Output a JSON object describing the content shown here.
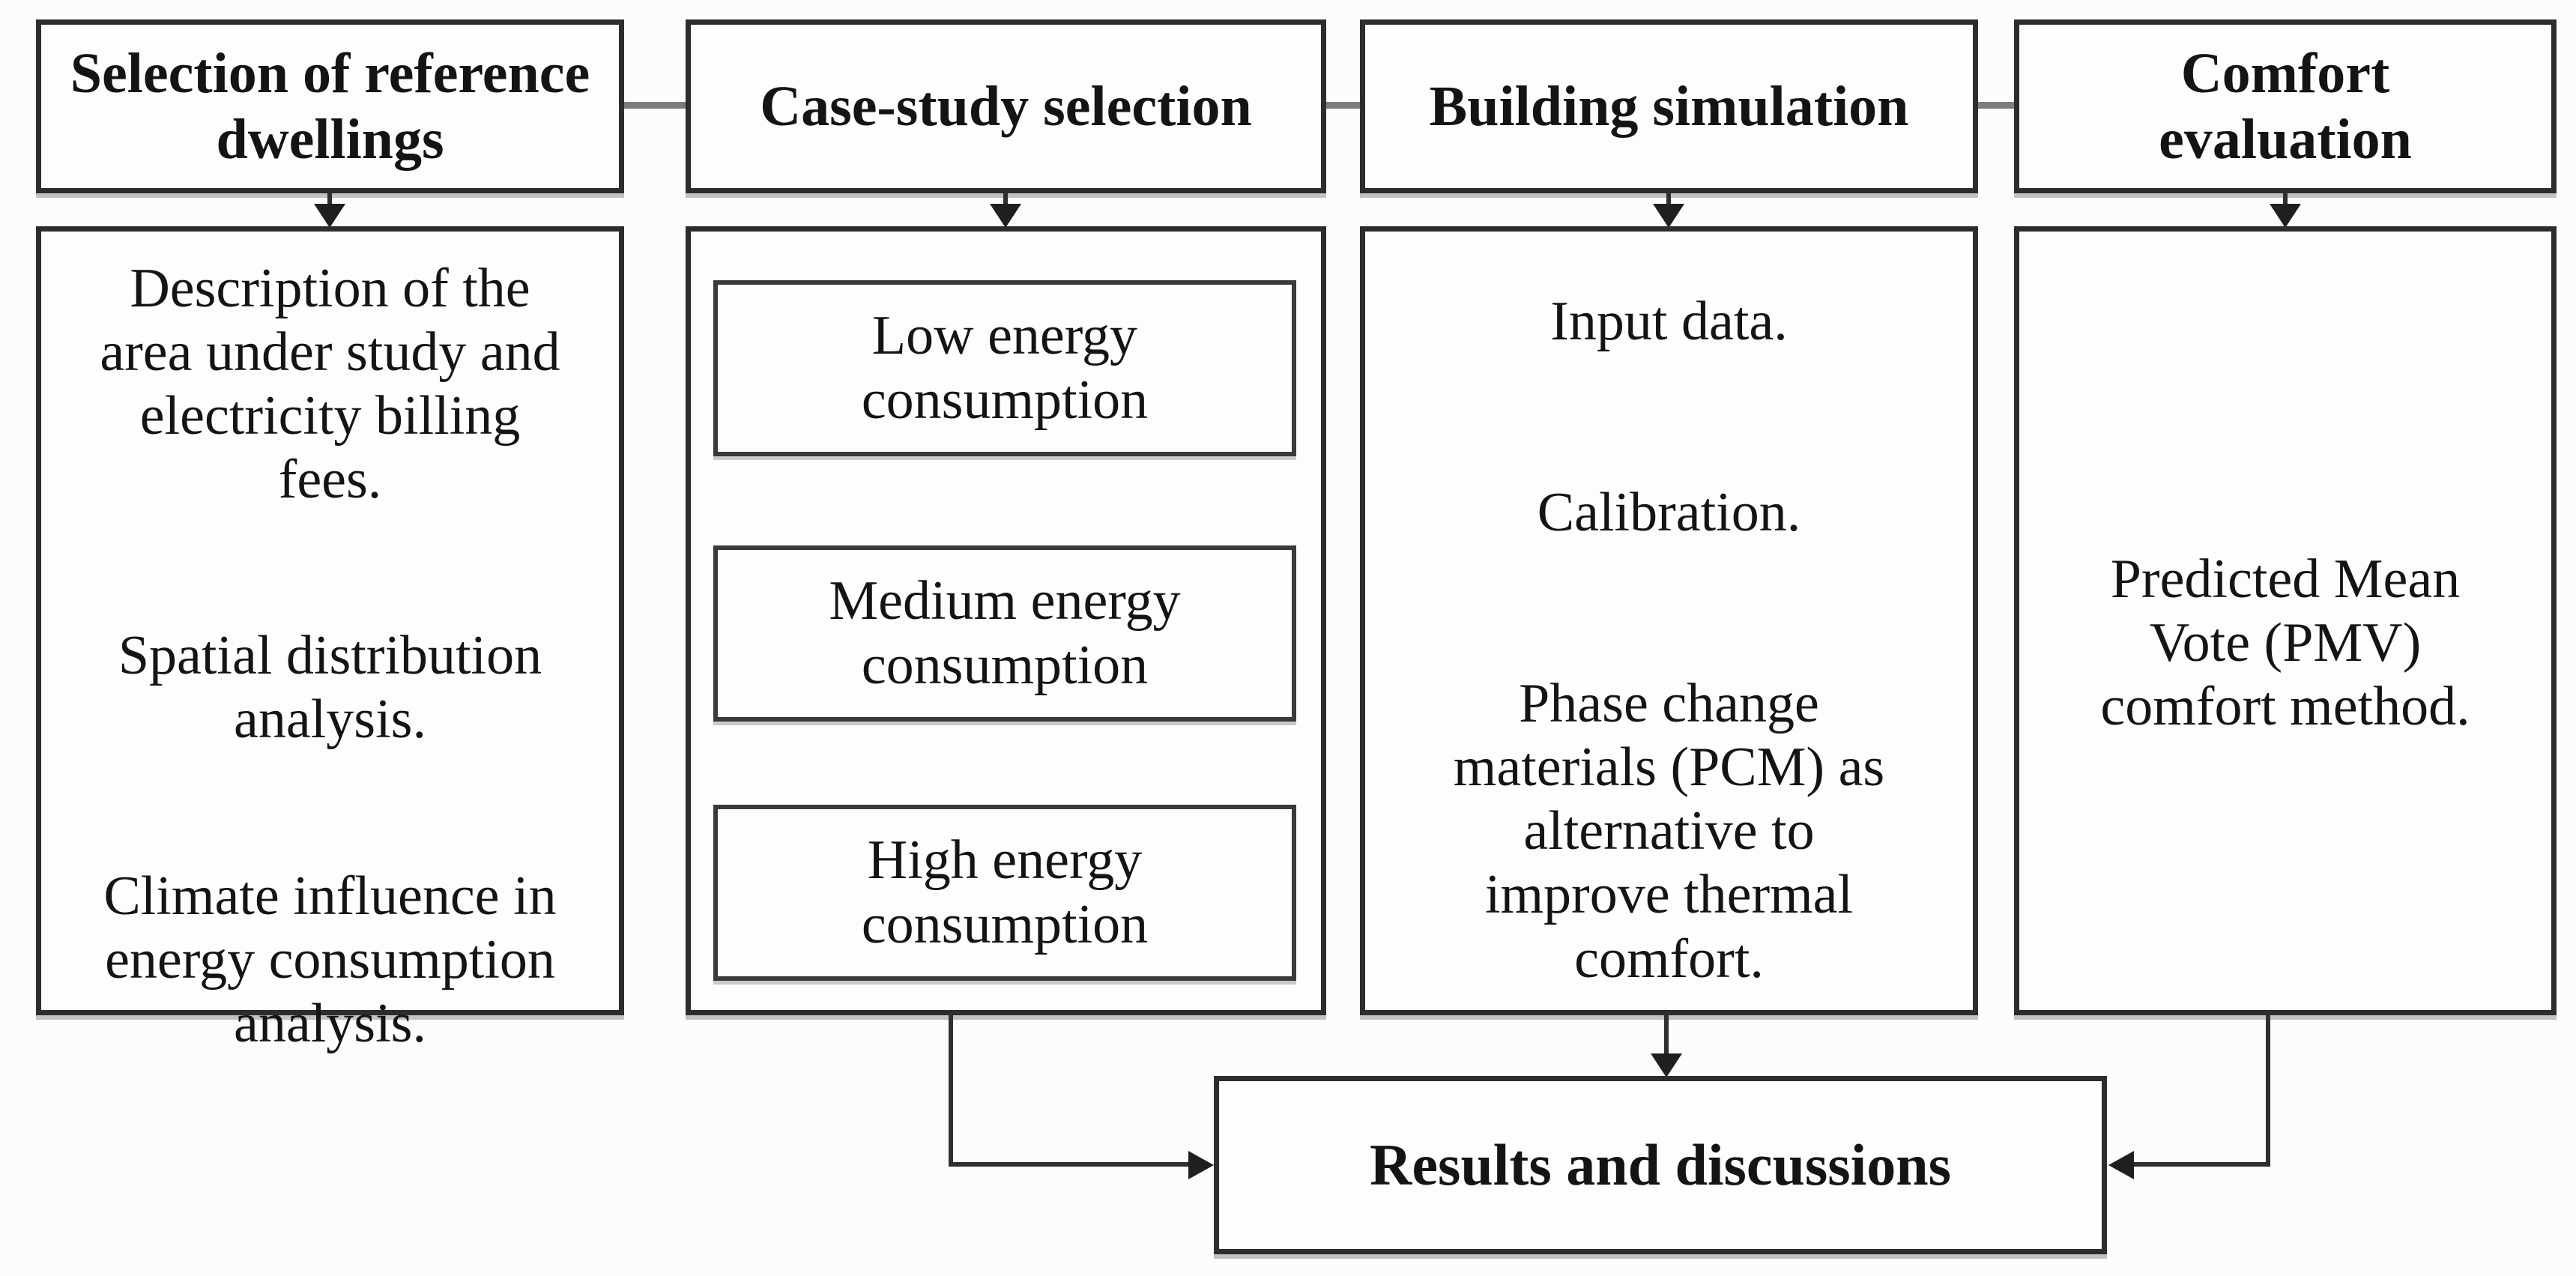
{
  "diagram": {
    "columns": [
      {
        "header": "Selection of reference dwellings",
        "body": [
          "Description of the area under study and electricity billing fees.",
          "Spatial distribution analysis.",
          "Climate influence in energy consumption analysis."
        ]
      },
      {
        "header": "Case-study selection",
        "cases": [
          "Low energy consumption",
          "Medium energy consumption",
          "High energy consumption"
        ]
      },
      {
        "header": "Building simulation",
        "body": [
          "Input data.",
          "Calibration.",
          "Phase change materials (PCM) as alternative to improve thermal comfort."
        ]
      },
      {
        "header": "Comfort evaluation",
        "body": [
          "Predicted Mean Vote (PMV) comfort method."
        ]
      }
    ],
    "result": "Results and discussions",
    "colors": {
      "box_border": "#2d2d2d",
      "header_connector": "#7c7c7c",
      "arrow": "#1f1f1f",
      "background": "#fcfcfb",
      "text": "#141414"
    }
  }
}
